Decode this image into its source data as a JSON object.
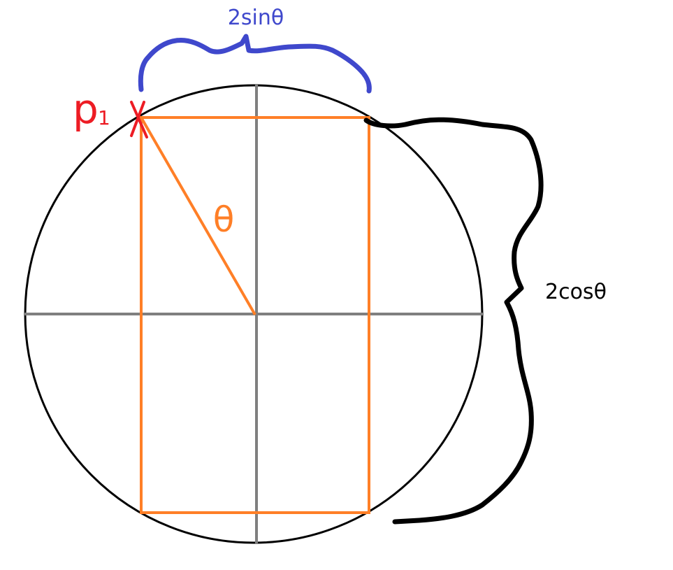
{
  "labels": {
    "top_brace": "2sinθ",
    "right_brace": "2cosθ",
    "angle": "θ",
    "point_main": "p",
    "point_sub": "1"
  },
  "colors": {
    "circle": "#000000",
    "axes": "#7f7f7f",
    "rectangle": "#ff7f27",
    "radius": "#ff7f27",
    "angle_label": "#ff7f27",
    "point_marker": "#ed1c24",
    "point_label": "#ed1c24",
    "top_brace": "#3f48cc",
    "top_brace_label": "#3f48cc",
    "right_brace": "#000000",
    "right_brace_label": "#000000"
  }
}
